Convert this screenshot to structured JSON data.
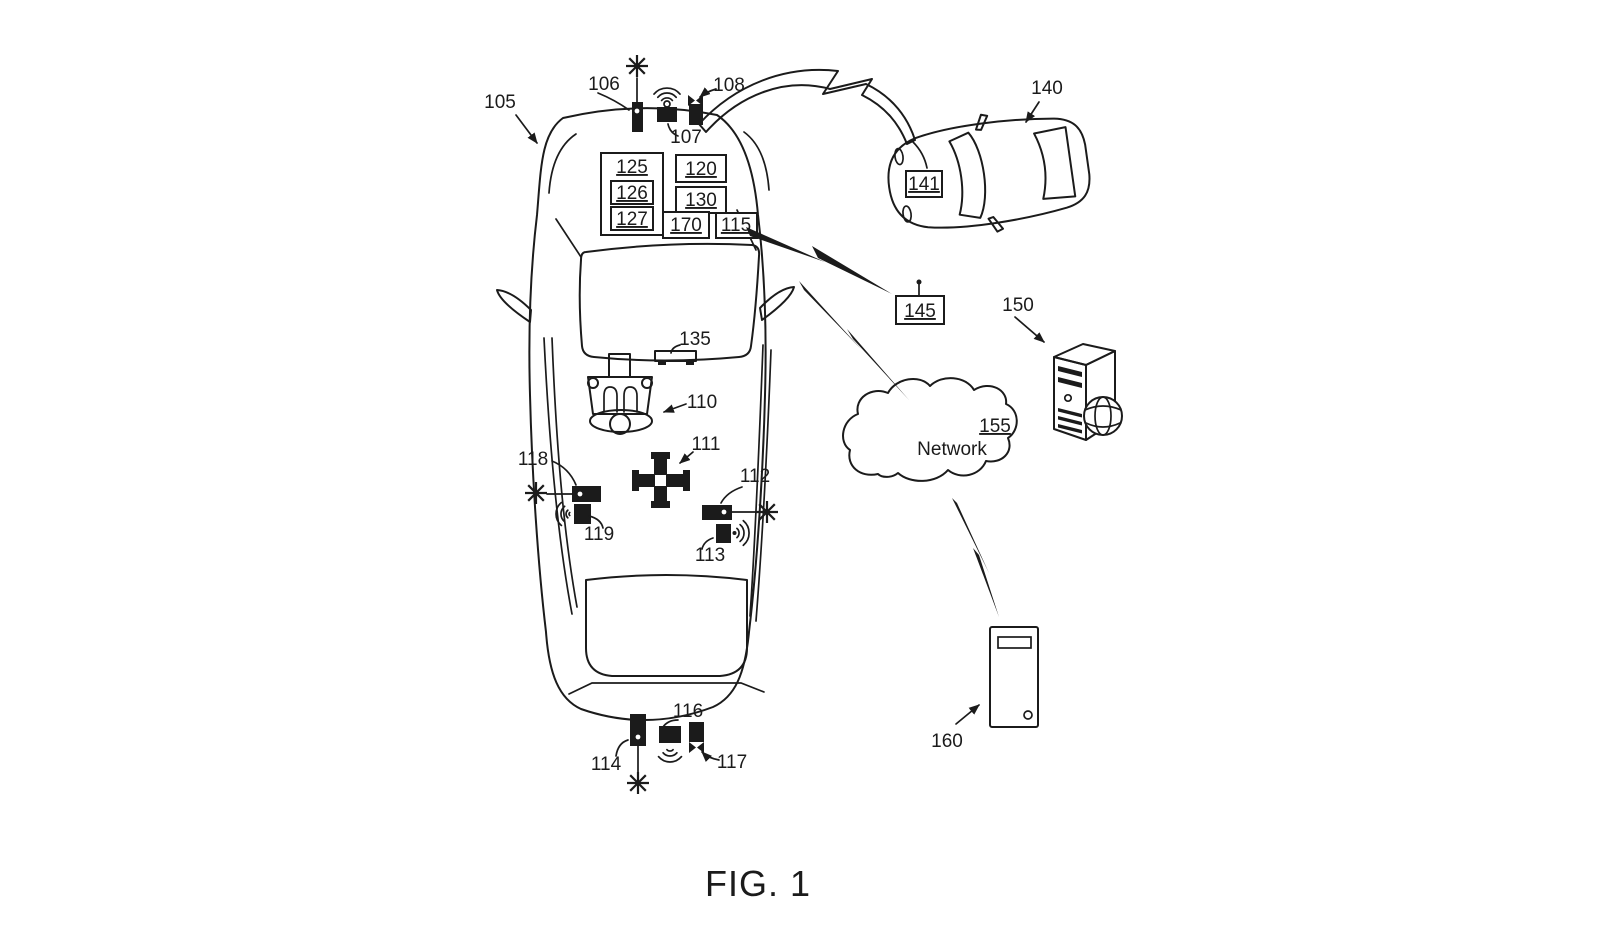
{
  "figure": {
    "caption": "FIG. 1"
  },
  "colors": {
    "ink": "#1b1b1b",
    "paper": "#ffffff"
  },
  "main_vehicle": {
    "ref": "105",
    "roof_sensors": {
      "lidar": "106",
      "radar": "107",
      "camera": "108"
    },
    "compute_modules": {
      "m125": "125",
      "m126": "126",
      "m127": "127",
      "m120": "120",
      "m130": "130",
      "m170": "170",
      "m115": "115"
    },
    "cabin": {
      "display": "135",
      "steering": "110",
      "imu": "111"
    },
    "left_sensors": {
      "lidar": "118",
      "radar": "119"
    },
    "right_sensors": {
      "lidar": "112",
      "radar": "113"
    },
    "rear_sensors": {
      "lidar": "114",
      "radar": "116",
      "camera": "117"
    }
  },
  "second_vehicle": {
    "ref": "140",
    "module": "141"
  },
  "transceiver": {
    "ref": "145"
  },
  "server": {
    "ref": "150"
  },
  "network_cloud": {
    "ref": "155",
    "label": "Network"
  },
  "computer": {
    "ref": "160"
  }
}
